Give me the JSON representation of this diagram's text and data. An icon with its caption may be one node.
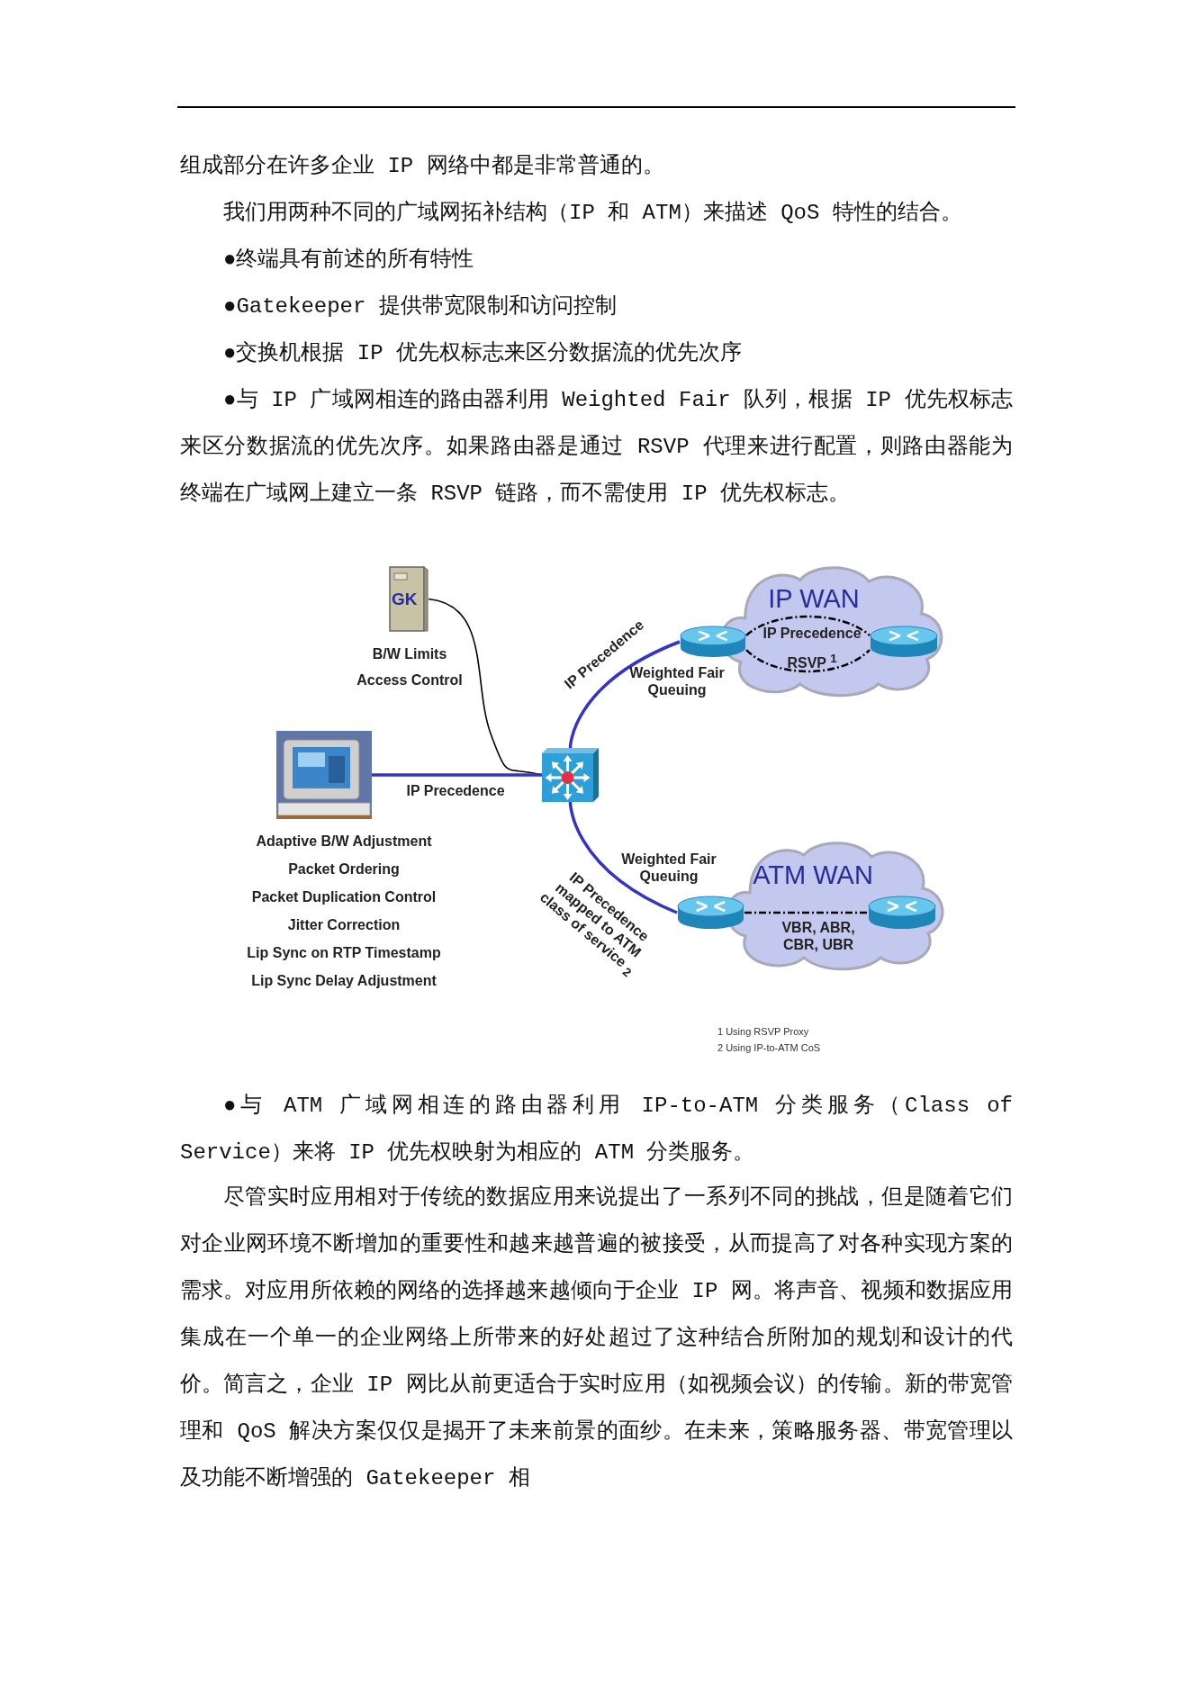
{
  "diagram": {
    "nodes": [
      {
        "text": [
          "GK"
        ],
        "beside": [
          "B/W Limits",
          "Access Control"
        ]
      },
      {
        "text": [],
        "shape": "picture",
        "beside": [
          "Adaptive B/W Adjustment",
          "Packet Ordering",
          "Packet Duplication Control",
          "Jitter Correction",
          "Lip Sync on RTP Timestamp",
          "Lip Sync Delay Adjustment"
        ]
      },
      {
        "text": [],
        "shape": "box"
      },
      {
        "text": [
          "IP WAN"
        ]
      },
      {
        "text": [],
        "shape": "cylinder"
      },
      {
        "text": [],
        "shape": "cylinder",
        "in": 3
      },
      {
        "text": [
          "ATM WAN"
        ]
      },
      {
        "text": [],
        "shape": "cylinder"
      },
      {
        "text": [],
        "shape": "cylinder",
        "in": 6
      }
    ],
    "edges": [
      {
        "from": 0,
        "to": 2,
        "arrow": "none",
        "color": "#000000"
      },
      {
        "from": 1,
        "to": 2,
        "arrow": "none",
        "label": "IP Precedence",
        "color": "#3333cc"
      },
      {
        "from": 2,
        "to": 4,
        "arrow": "none",
        "label": "IP Precedence",
        "color": "#3333cc"
      },
      {
        "from": 4,
        "to": 5,
        "arrow": "none",
        "style": "dashed",
        "color": "#000000"
      },
      {
        "from": 2,
        "to": 7,
        "arrow": "none",
        "label": "IP Precedence mapped to ATM class of service $_{2}$",
        "color": "#3333cc"
      },
      {
        "from": 7,
        "to": 8,
        "arrow": "none",
        "style": "dashed",
        "color": "#000000"
      }
    ],
    "labels": [
      "组成部分在许多企业 IP 网络中都是非常普通的。",
      "我们用两种不同的广域网拓补结构（IP 和 ATM）来描述 QoS 特性的结合。",
      "●终端具有前述的所有特性",
      "●Gatekeeper 提供带宽限制和访问控制",
      "●交换机根据 IP 优先权标志来区分数据流的优先次序",
      "●与 IP 广域网相连的路由器利用 Weighted Fair 队列，根据 IP 优先权标志来区分数据流的优先次序。如果路由器是通过 RSVP 代理来进行配置，则路由器能为终端在广域网上建立一条 RSVP 链路，而不需使用 IP 优先权标志。",
      "IP Precedence",
      "RSVP $^{1}$",
      "Weighted Fair Queuing",
      "Weighted Fair Queuing",
      "VBR, ABR, CBR, UBR",
      "1 Using RSVP Proxy",
      "2 Using IP-to-ATM CoS",
      "●与 ATM 广域网相连的路由器利用 IP-to-ATM 分类服务（Class of Service）来将 IP 优先权映射为相应的 ATM 分类服务。",
      "尽管实时应用相对于传统的数据应用来说提出了一系列不同的挑战，但是随着它们对企业网环境不断增加的重要性和越来越普遍的被接受，从而提高了对各种实现方案的需求。对应用所依赖的网络的选择越来越倾向于企业 IP 网。将声音、视频和数据应用集成在一个单一的企业网络上所带来的好处超过了这种结合所附加的规划和设计的代价。简言之，企业 IP 网比从前更适合于实时应用（如视频会议）的传输。新的带宽管理和 QoS 解决方案仅仅是揭开了未来前景的面纱。在未来，策略服务器、带宽管理以及功能不断增强的 Gatekeeper 相"
    ]
  }
}
